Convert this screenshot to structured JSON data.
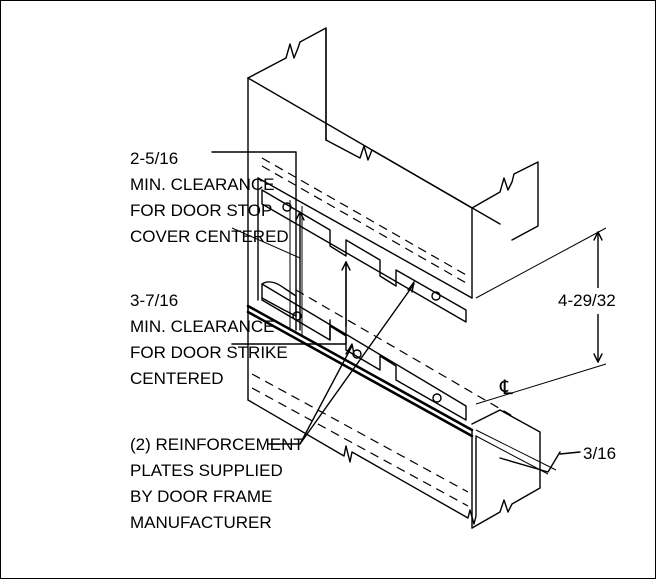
{
  "labels": {
    "stop_clearance": [
      "2-5/16",
      "MIN. CLEARANCE",
      "FOR DOOR STOP",
      "COVER CENTERED"
    ],
    "strike_clearance": [
      "3-7/16",
      "MIN. CLEARANCE",
      "FOR DOOR STRIKE",
      "CENTERED"
    ],
    "reinforcement": [
      "(2) REINFORCEMENT",
      "PLATES SUPPLIED",
      "BY DOOR FRAME",
      "MANUFACTURER"
    ],
    "height_dim": "4-29/32",
    "offset_dim": "3/16",
    "centerline_symbol": "℄"
  }
}
